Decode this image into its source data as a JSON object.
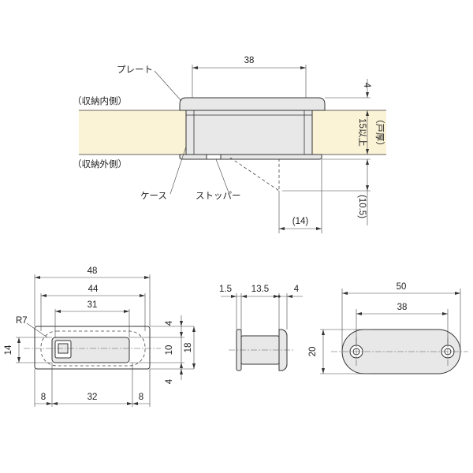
{
  "labels": {
    "plate": "プレート",
    "inner_side": "（収納内側）",
    "outer_side": "（収納外側）",
    "case": "ケース",
    "stopper": "ストッパー",
    "door_thickness": "15以上",
    "door_thickness_note": "（戸厚）"
  },
  "side_view": {
    "plate_width": "38",
    "plate_thickness": "4",
    "stopper_offset": "(14)",
    "stopper_depth": "(10.5)"
  },
  "front_view": {
    "overall_width": "48",
    "body_width": "44",
    "opening_width": "31",
    "radius": "R7",
    "height_left": "14",
    "top_margin": "4",
    "inner_height": "10",
    "overall_height": "18",
    "bottom_margin": "4",
    "left_margin": "8",
    "center_width": "32",
    "right_margin": "8"
  },
  "section_view": {
    "flange": "1.5",
    "depth": "13.5",
    "lip": "4"
  },
  "plate_view": {
    "overall_width": "50",
    "hole_pitch": "38",
    "height": "20"
  },
  "colors": {
    "board": "#fbf3d6",
    "part": "#e8e8e8"
  }
}
